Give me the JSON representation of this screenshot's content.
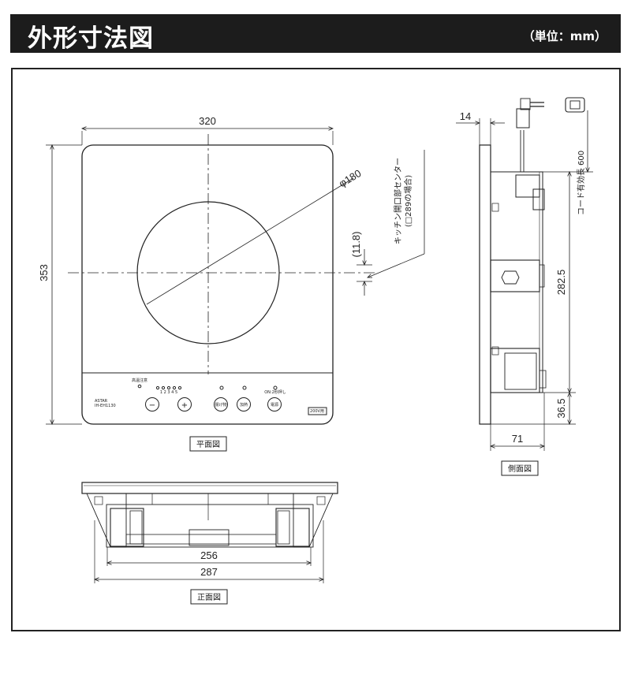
{
  "header": {
    "title": "外形寸法図",
    "unit": "（単位：mm）"
  },
  "plan_view": {
    "label": "平面図",
    "dims": {
      "width": "320",
      "height": "353",
      "diameter": "φ180",
      "offset": "(11.8)"
    },
    "note_line1": "キッチン開口部センター",
    "note_line2": "(□289の場合)",
    "controls": {
      "heat_label": "高温注意",
      "level_numbers": "1 2 3 4 5",
      "minus": "−",
      "plus": "+",
      "btn_1": "揚げ物",
      "btn_2": "加熱",
      "btn_3": "電源",
      "on_label": "ON:2秒押し",
      "brand": "ASTAR",
      "model": "IH-EH1130",
      "badge": "200V用"
    }
  },
  "front_view": {
    "label": "正面図",
    "dims": {
      "inner": "256",
      "outer": "287"
    }
  },
  "side_view": {
    "label": "側面図",
    "dims": {
      "top": "14",
      "cord": "コード有効長 600",
      "mid": "282.5",
      "bottom": "36.5",
      "depth": "71"
    }
  },
  "colors": {
    "header_bg": "#1c1c1c",
    "line": "#222222"
  }
}
